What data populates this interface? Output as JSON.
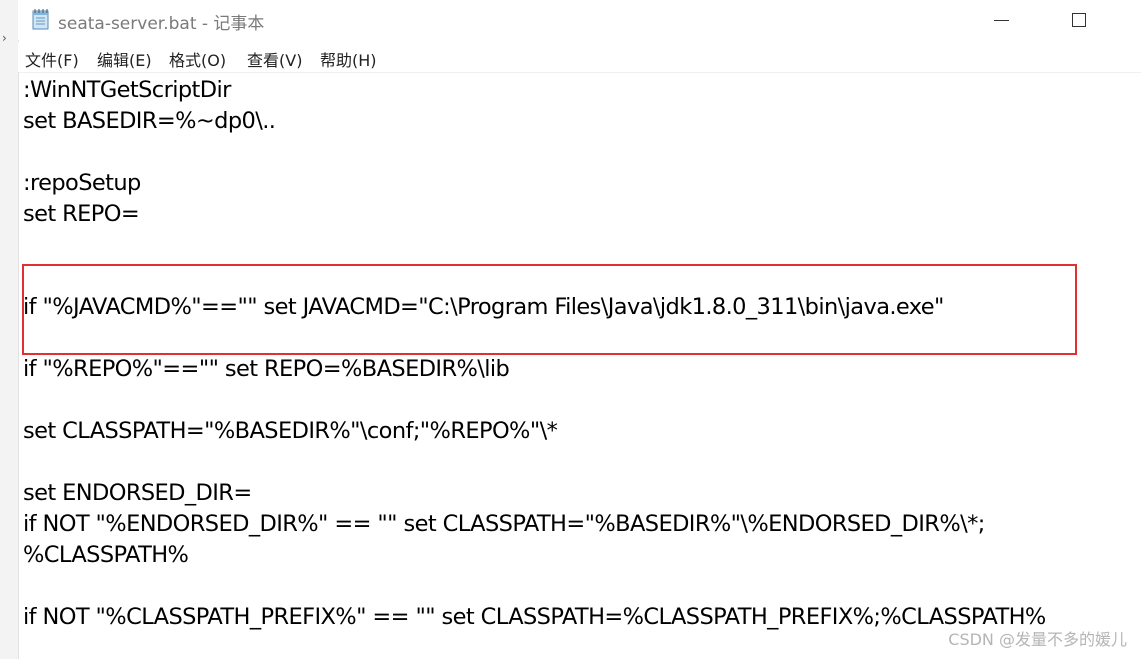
{
  "window": {
    "title": "seata-server.bat - 记事本"
  },
  "menu": [
    "文件(F)",
    "编辑(E)",
    "格式(O)",
    "查看(V)",
    "帮助(H)"
  ],
  "editor": {
    "lines": [
      ":WinNTGetScriptDir",
      "set BASEDIR=%~dp0\\..",
      "",
      ":repoSetup",
      "set REPO=",
      "",
      "",
      "if \"%JAVACMD%\"==\"\" set JAVACMD=\"C:\\Program Files\\Java\\jdk1.8.0_311\\bin\\java.exe\"",
      "",
      "if \"%REPO%\"==\"\" set REPO=%BASEDIR%\\lib",
      "",
      "set CLASSPATH=\"%BASEDIR%\"\\conf;\"%REPO%\"\\*",
      "",
      "set ENDORSED_DIR=",
      "if NOT \"%ENDORSED_DIR%\" == \"\" set CLASSPATH=\"%BASEDIR%\"\\%ENDORSED_DIR%\\*;",
      "%CLASSPATH%",
      "",
      "if NOT \"%CLASSPATH_PREFIX%\" == \"\" set CLASSPATH=%CLASSPATH_PREFIX%;%CLASSPATH%"
    ]
  },
  "watermark": "CSDN @发量不多的媛儿",
  "colors": {
    "highlight": "#e03131"
  }
}
